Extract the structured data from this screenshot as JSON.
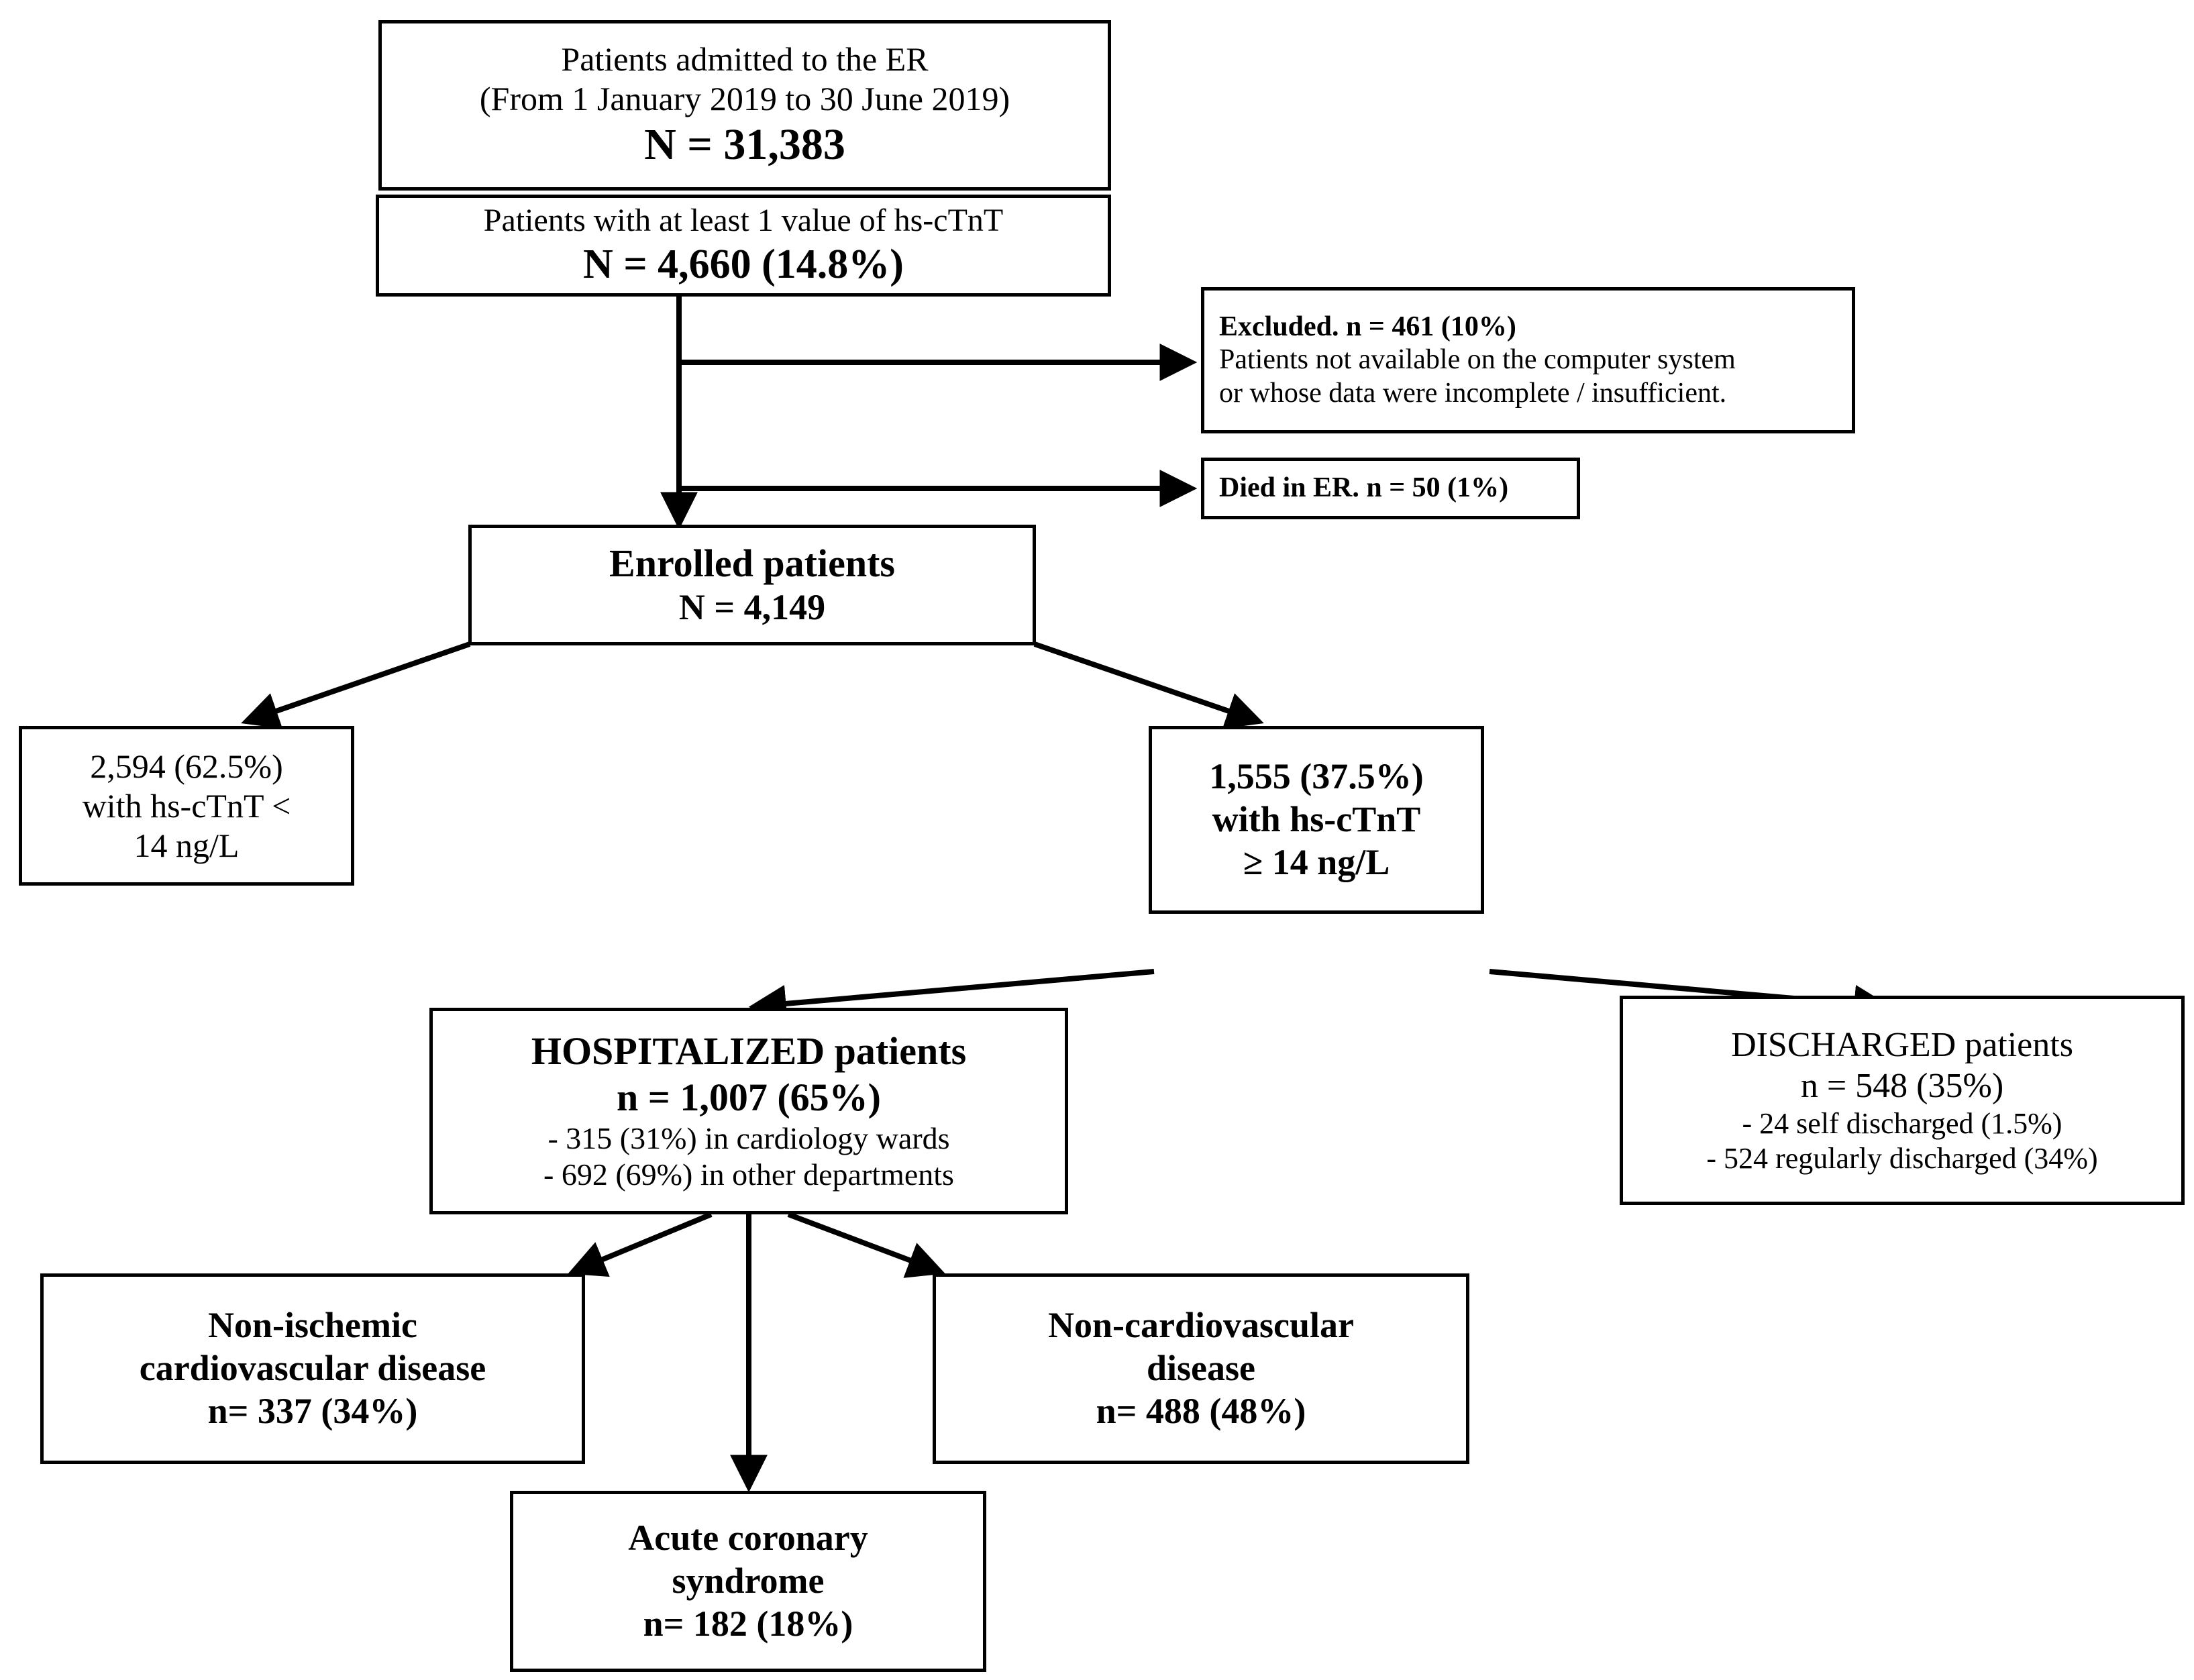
{
  "diagram": {
    "title": "Patient enrollment and outcome flowchart",
    "type": "flowchart",
    "line_color": "#000000",
    "background_color": "#ffffff",
    "nodes": {
      "admitted": {
        "line1": "Patients admitted to the ER",
        "line2": "(From 1 January 2019 to 30 June 2019)",
        "line3": "N = 31,383"
      },
      "with_hscTnT": {
        "line1": "Patients with at least 1 value of hs-cTnT",
        "line2": "N = 4,660 (14.8%)"
      },
      "excluded": {
        "line1": "Excluded. n = 461 (10%)",
        "line2": "Patients not available on the computer system",
        "line3": "or whose data were incomplete / insufficient."
      },
      "died_er": {
        "line1": "Died in ER. n = 50 (1%)"
      },
      "enrolled": {
        "line1": "Enrolled patients",
        "line2": "N = 4,149"
      },
      "low_troponin": {
        "line1": "2,594 (62.5%)",
        "line2": "with hs-cTnT <",
        "line3": "14 ng/L"
      },
      "high_troponin": {
        "line1": "1,555 (37.5%)",
        "line2": "with hs-cTnT",
        "line3": "≥ 14 ng/L"
      },
      "hospitalized": {
        "line1": "HOSPITALIZED patients",
        "line2": "n = 1,007 (65%)",
        "line3": "- 315 (31%) in cardiology wards",
        "line4": "- 692 (69%) in other departments"
      },
      "discharged": {
        "line1": "DISCHARGED patients",
        "line2": "n = 548 (35%)",
        "line3": "- 24 self discharged (1.5%)",
        "line4": "- 524 regularly discharged (34%)"
      },
      "non_ischemic": {
        "line1": "Non-ischemic",
        "line2": "cardiovascular disease",
        "line3": "n= 337 (34%)"
      },
      "non_cardiovascular": {
        "line1": "Non-cardiovascular",
        "line2": "disease",
        "line3": "n= 488 (48%)"
      },
      "acute_coronary": {
        "line1": "Acute coronary",
        "line2": "syndrome",
        "line3": "n= 182 (18%)"
      }
    }
  },
  "chart_data": {
    "type": "flowchart",
    "title": "Patient enrollment and outcome flowchart",
    "nodes": [
      {
        "id": "admitted",
        "label": "Patients admitted to the ER (From 1 January 2019 to 30 June 2019)",
        "n": 31383,
        "percent": null
      },
      {
        "id": "with_hscTnT",
        "label": "Patients with at least 1 value of hs-cTnT",
        "n": 4660,
        "percent": 14.8
      },
      {
        "id": "excluded",
        "label": "Excluded. Patients not available on the computer system or whose data were incomplete / insufficient.",
        "n": 461,
        "percent": 10
      },
      {
        "id": "died_er",
        "label": "Died in ER",
        "n": 50,
        "percent": 1
      },
      {
        "id": "enrolled",
        "label": "Enrolled patients",
        "n": 4149,
        "percent": null
      },
      {
        "id": "low_troponin",
        "label": "with hs-cTnT < 14 ng/L",
        "n": 2594,
        "percent": 62.5
      },
      {
        "id": "high_troponin",
        "label": "with hs-cTnT ≥ 14 ng/L",
        "n": 1555,
        "percent": 37.5
      },
      {
        "id": "hospitalized",
        "label": "HOSPITALIZED patients",
        "n": 1007,
        "percent": 65,
        "sub": [
          {
            "label": "in cardiology wards",
            "n": 315,
            "percent": 31
          },
          {
            "label": "in other departments",
            "n": 692,
            "percent": 69
          }
        ]
      },
      {
        "id": "discharged",
        "label": "DISCHARGED patients",
        "n": 548,
        "percent": 35,
        "sub": [
          {
            "label": "self discharged",
            "n": 24,
            "percent": 1.5
          },
          {
            "label": "regularly discharged",
            "n": 524,
            "percent": 34
          }
        ]
      },
      {
        "id": "non_ischemic",
        "label": "Non-ischemic cardiovascular disease",
        "n": 337,
        "percent": 34
      },
      {
        "id": "non_cardiovascular",
        "label": "Non-cardiovascular disease",
        "n": 488,
        "percent": 48
      },
      {
        "id": "acute_coronary",
        "label": "Acute coronary syndrome",
        "n": 182,
        "percent": 18
      }
    ],
    "edges": [
      {
        "from": "admitted",
        "to": "with_hscTnT"
      },
      {
        "from": "with_hscTnT",
        "to": "excluded"
      },
      {
        "from": "with_hscTnT",
        "to": "died_er"
      },
      {
        "from": "with_hscTnT",
        "to": "enrolled"
      },
      {
        "from": "enrolled",
        "to": "low_troponin"
      },
      {
        "from": "enrolled",
        "to": "high_troponin"
      },
      {
        "from": "high_troponin",
        "to": "hospitalized"
      },
      {
        "from": "high_troponin",
        "to": "discharged"
      },
      {
        "from": "hospitalized",
        "to": "non_ischemic"
      },
      {
        "from": "hospitalized",
        "to": "acute_coronary"
      },
      {
        "from": "hospitalized",
        "to": "non_cardiovascular"
      }
    ]
  }
}
